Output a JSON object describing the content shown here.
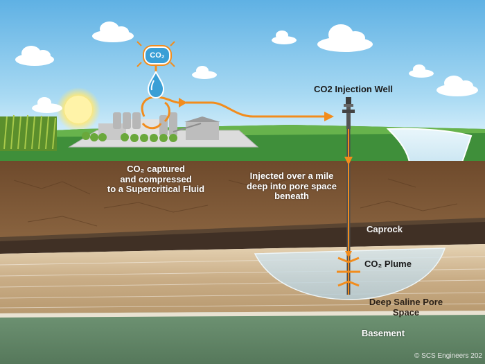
{
  "title": "CO2 Injection Well",
  "labels": {
    "capture": "CO₂ captured\nand compressed\nto a Supercritical Fluid",
    "injected": "Injected over a mile\ndeep into pore space\nbeneath",
    "caprock": "Caprock",
    "plume": "CO₂ Plume",
    "saline": "Deep Saline Pore Space",
    "basement": "Basement"
  },
  "badge": "CO₂",
  "credit": "© SCS Engineers 202",
  "icons": [
    "cloud-icon",
    "sun-icon",
    "co2-molecule-icon",
    "water-drop-icon",
    "injection-well-icon",
    "flow-arrow-icon"
  ],
  "colors": {
    "sky": "#7fc3ea",
    "grass": "#3f8f3a",
    "soil": "#7a5233",
    "caprock": "#403025",
    "saline": "#d9c3a2",
    "basement": "#6b8f70",
    "arrow": "#f28c1c",
    "plume": "#c9dbe4"
  }
}
